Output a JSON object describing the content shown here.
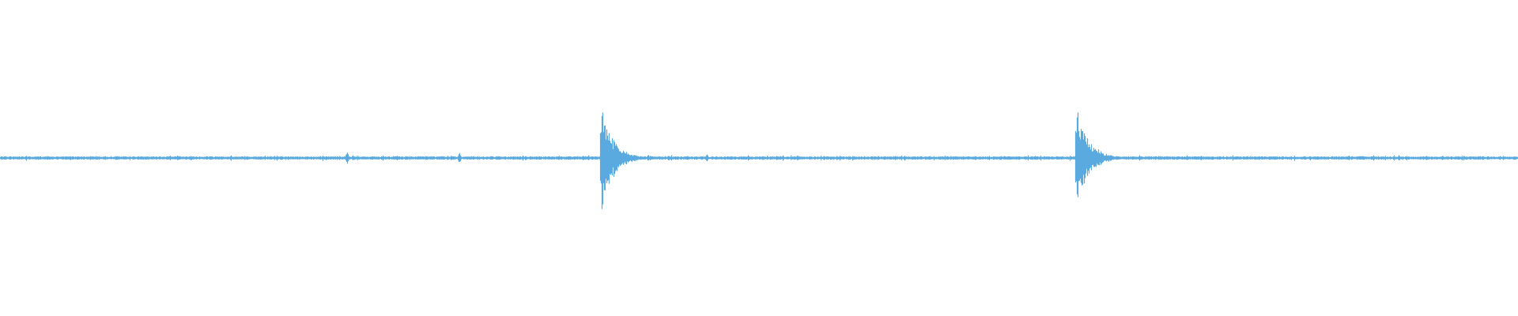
{
  "waveform": {
    "color": "#5aaae0",
    "background": "#ffffff",
    "duration": 1,
    "noise_amplitude": 0.035,
    "transients": [
      {
        "t": 0.396,
        "amplitude": 1.0,
        "decay": 0.008
      },
      {
        "t": 0.709,
        "amplitude": 1.0,
        "decay": 0.008
      }
    ],
    "minor_blips": [
      {
        "t": 0.2285,
        "amplitude": 0.12
      },
      {
        "t": 0.3025,
        "amplitude": 0.1
      },
      {
        "t": 0.4655,
        "amplitude": 0.07
      }
    ]
  }
}
